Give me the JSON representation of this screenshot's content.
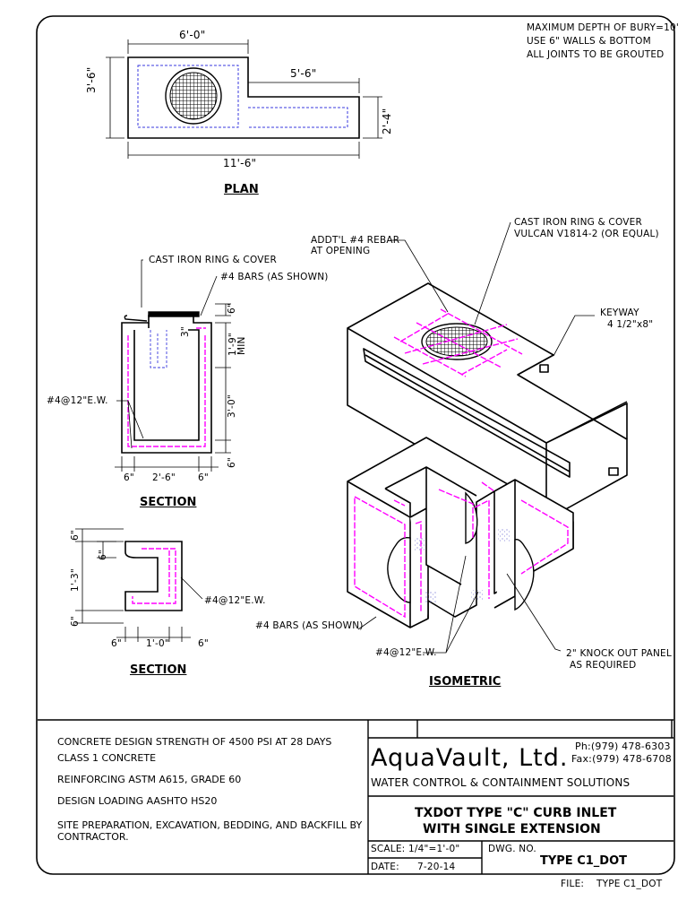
{
  "general_notes": [
    "MAXIMUM DEPTH OF BURY=10'",
    "USE 6\" WALLS & BOTTOM",
    "ALL JOINTS TO BE GROUTED"
  ],
  "plan": {
    "title": "PLAN",
    "dims": {
      "width_top": "6'-0\"",
      "height_left": "3'-6\"",
      "ext_top": "5'-6\"",
      "ext_right": "2'-4\"",
      "overall": "11'-6\""
    }
  },
  "section1": {
    "title": "SECTION",
    "labels": {
      "ring_cover": "CAST IRON RING & COVER",
      "bars": "#4 BARS (AS SHOWN)",
      "ew": "#4@12\"E.W."
    },
    "dims": {
      "top6": "6\"",
      "three": "3\"",
      "one9": "1'-9\"",
      "min": "MIN",
      "three0": "3'-0\"",
      "bot6": "6\"",
      "b_left": "6\"",
      "b_mid": "2'-6\"",
      "b_right": "6\""
    }
  },
  "section2": {
    "title": "SECTION",
    "labels": {
      "ew": "#4@12\"E.W."
    },
    "dims": {
      "top6": "6\"",
      "inner6": "6\"",
      "one3": "1'-3\"",
      "bot6": "6\"",
      "b_left": "6\"",
      "b_mid": "1'-0\"",
      "b_right": "6\""
    }
  },
  "isometric": {
    "title": "ISOMETRIC",
    "labels": {
      "rebar1": "ADDT'L #4 REBAR",
      "rebar2": "AT OPENING",
      "cover1": "CAST IRON RING & COVER",
      "cover2": "VULCAN V1814-2 (OR EQUAL)",
      "keyway1": "KEYWAY",
      "keyway2": "4 1/2\"x8\"",
      "bars": "#4 BARS (AS SHOWN)",
      "ew": "#4@12\"E.W.",
      "knock1": "2\" KNOCK OUT PANEL",
      "knock2": "AS REQUIRED"
    }
  },
  "spec_notes": [
    "CONCRETE DESIGN STRENGTH OF 4500 PSI AT 28 DAYS",
    "CLASS 1 CONCRETE",
    "REINFORCING ASTM A615, GRADE 60",
    "DESIGN LOADING AASHTO HS20",
    "SITE PREPARATION, EXCAVATION, BEDDING, AND BACKFILL BY",
    "CONTRACTOR."
  ],
  "title_block": {
    "company": "AquaVault, Ltd.",
    "phone": "Ph:(979)  478-6303",
    "fax": "Fax:(979)  478-6708",
    "tagline": "WATER CONTROL & CONTAINMENT SOLUTIONS",
    "title1": "TXDOT TYPE \"C\" CURB INLET",
    "title2": "WITH SINGLE EXTENSION",
    "scale_label": "SCALE:",
    "scale": "1/4\"=1'-0\"",
    "date_label": "DATE:",
    "date": "7-20-14",
    "dwg_label": "DWG. NO.",
    "dwg": "TYPE C1_DOT"
  },
  "file_label": "FILE:",
  "file": "TYPE C1_DOT",
  "colors": {
    "line": "#000000",
    "rebar": "#ff00ff",
    "hidden": "#3a3adf"
  }
}
